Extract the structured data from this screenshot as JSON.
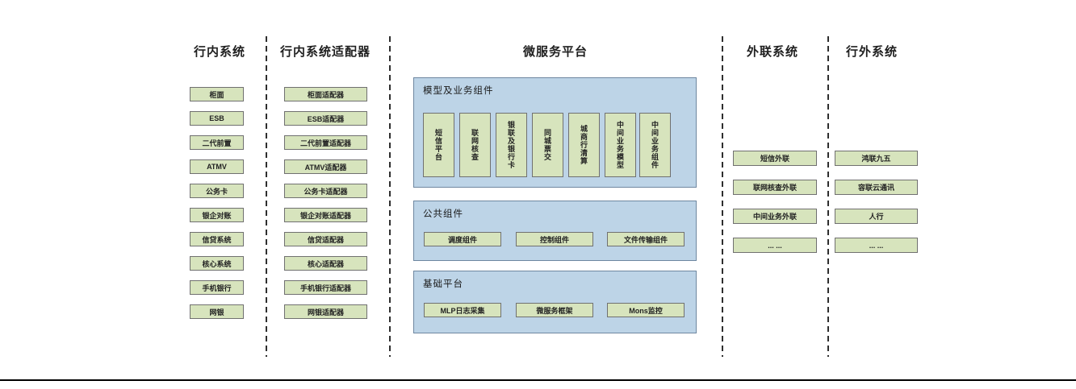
{
  "colors": {
    "green_fill": "#d7e4bd",
    "green_border": "#707070",
    "blue_fill": "#bdd4e7",
    "blue_border": "#6e87a0",
    "separator": "#2e2e2e",
    "bottom_rule": "#000000"
  },
  "diagram": {
    "columns": [
      {
        "title": "行内系统",
        "items": [
          "柜面",
          "ESB",
          "二代前置",
          "ATMV",
          "公务卡",
          "银企对账",
          "信贷系统",
          "核心系统",
          "手机银行",
          "网银"
        ]
      },
      {
        "title": "行内系统适配器",
        "items": [
          "柜面适配器",
          "ESB适配器",
          "二代前置适配器",
          "ATMV适配器",
          "公务卡适配器",
          "银企对账适配器",
          "信贷适配器",
          "核心适配器",
          "手机银行适配器",
          "网银适配器"
        ]
      },
      {
        "title": "微服务平台",
        "sections": [
          {
            "title": "模型及业务组件",
            "items": [
              "短信平台",
              "联网核查",
              "银联及银行卡",
              "同城票交",
              "城商行清算",
              "中间业务模型",
              "中间业务组件"
            ]
          },
          {
            "title": "公共组件",
            "items": [
              "调度组件",
              "控制组件",
              "文件传输组件"
            ]
          },
          {
            "title": "基础平台",
            "items": [
              "MLP日志采集",
              "微服务框架",
              "Mons监控"
            ]
          }
        ]
      },
      {
        "title": "外联系统",
        "items": [
          "短信外联",
          "联网核查外联",
          "中间业务外联",
          "... ..."
        ]
      },
      {
        "title": "行外系统",
        "items": [
          "鸿联九五",
          "容联云通讯",
          "人行",
          "... ..."
        ]
      }
    ]
  }
}
